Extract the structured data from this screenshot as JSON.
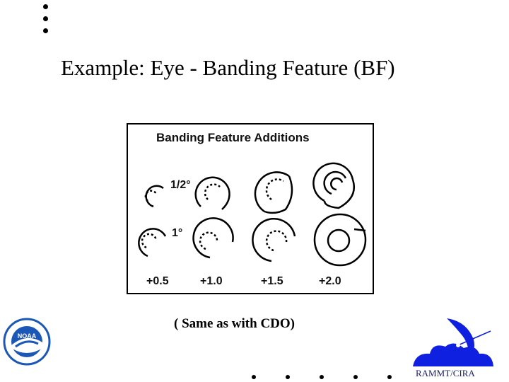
{
  "slide": {
    "title": "Example: Eye - Banding Feature (BF)",
    "caption": "( Same as with CDO)",
    "footer_org": "RAMMT/CIRA"
  },
  "figure": {
    "title": "Banding Feature Additions",
    "row_labels": [
      "1/2°",
      "1°"
    ],
    "column_labels": [
      "+0.5",
      "+1.0",
      "+1.5",
      "+2.0"
    ]
  },
  "logos": {
    "noaa_text": "NOAA"
  },
  "colors": {
    "noaa_blue": "#1b57b7",
    "cira_blue": "#1020e0",
    "text": "#000000"
  }
}
